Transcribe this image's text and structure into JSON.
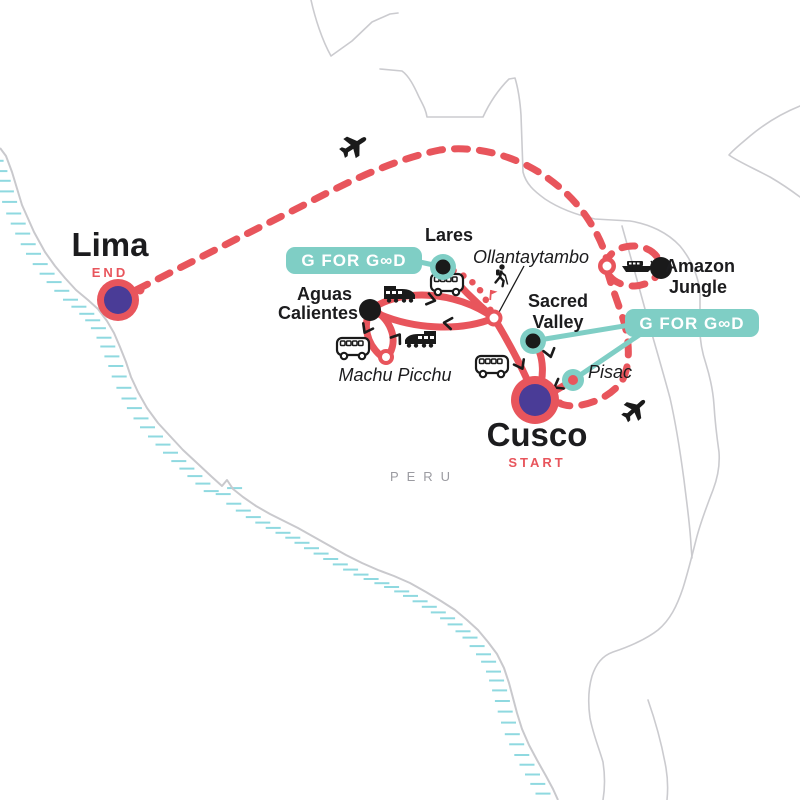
{
  "map": {
    "country_label": "PERU",
    "locations": {
      "lima": {
        "name": "Lima",
        "tag": "END",
        "marker": "purple-dot-red-ring"
      },
      "cusco": {
        "name": "Cusco",
        "tag": "START",
        "marker": "purple-dot-red-ring"
      },
      "lares": {
        "name": "Lares",
        "marker": "black-dot-teal-ring"
      },
      "ollantaytambo": {
        "name": "Ollantaytambo",
        "marker": "white-dot-red-ring"
      },
      "aguas_calientes": {
        "line1": "Aguas",
        "line2": "Calientes",
        "marker": "black-dot"
      },
      "machu_picchu": {
        "name": "Machu Picchu",
        "marker": "white-dot-red-ring"
      },
      "sacred_valley": {
        "line1": "Sacred",
        "line2": "Valley",
        "marker": "black-dot-teal-ring"
      },
      "pisac": {
        "name": "Pisac",
        "marker": "red-dot-teal-ring"
      },
      "amazon_jungle": {
        "line1": "Amazon",
        "line2": "Jungle",
        "marker": "black-dot"
      }
    },
    "badges": {
      "left": {
        "label": "G FOR GOOD",
        "display": "G FOR G∞D"
      },
      "right": {
        "label": "G FOR GOOD",
        "display": "G FOR G∞D"
      }
    },
    "icons": {
      "plane": "flight segment",
      "bus": "bus transfer",
      "train": "train segment",
      "boat": "boat segment",
      "hiker": "trekking segment",
      "chevron": "travel direction"
    },
    "colors": {
      "route_red": "#E8555C",
      "teal": "#7FCEC5",
      "marker_purple": "#4A3C97",
      "coast_hatch": "#8FD9E0",
      "border_gray": "#CBCBCF",
      "text": "#1C1C1E",
      "muted_gray": "#9B9BA1"
    }
  }
}
